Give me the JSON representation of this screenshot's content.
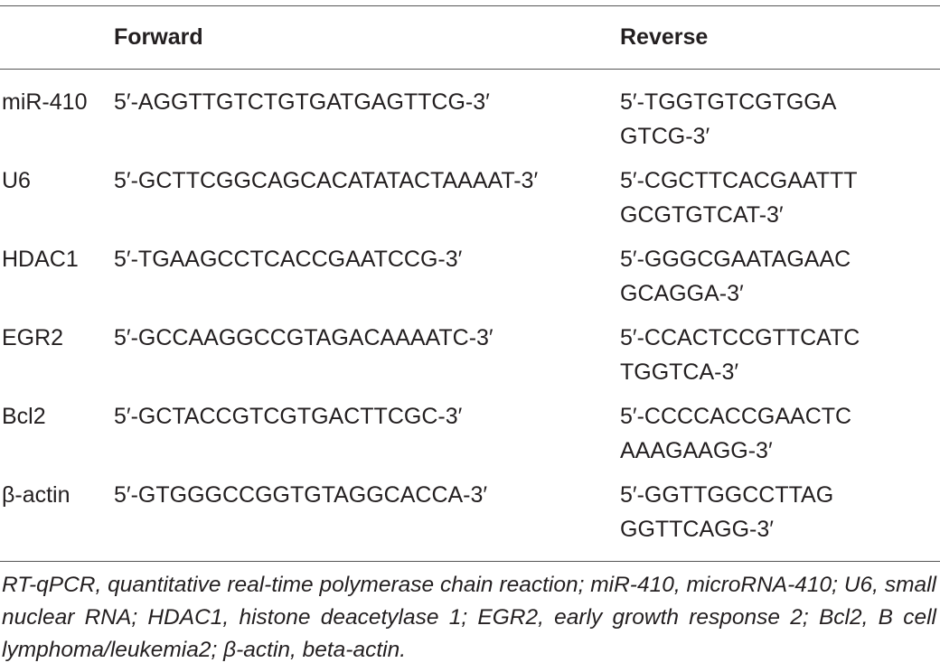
{
  "columns": {
    "gene": "",
    "forward": "Forward",
    "reverse": "Reverse"
  },
  "rows": [
    {
      "gene": "miR-410",
      "forward": "5′-AGGTTGTCTGTGATGAGTTCG-3′",
      "reverse_line1": "5′-TGGTGTCGTGGA",
      "reverse_line2": "GTCG-3′"
    },
    {
      "gene": "U6",
      "forward": "5′-GCTTCGGCAGCACATATACTAAAAT-3′",
      "reverse_line1": "5′-CGCTTCACGAATTT",
      "reverse_line2": "GCGTGTCAT-3′"
    },
    {
      "gene": "HDAC1",
      "forward": "5′-TGAAGCCTCACCGAATCCG-3′",
      "reverse_line1": "5′-GGGCGAATAGAAC",
      "reverse_line2": "GCAGGA-3′"
    },
    {
      "gene": "EGR2",
      "forward": "5′-GCCAAGGCCGTAGACAAAATC-3′",
      "reverse_line1": "5′-CCACTCCGTTCATC",
      "reverse_line2": "TGGTCA-3′"
    },
    {
      "gene": "Bcl2",
      "forward": "5′-GCTACCGTCGTGACTTCGC-3′",
      "reverse_line1": "5′-CCCCACCGAACTC",
      "reverse_line2": "AAAGAAGG-3′"
    },
    {
      "gene": "β-actin",
      "forward": "5′-GTGGGCCGGTGTAGGCACCA-3′",
      "reverse_line1": "5′-GGTTGGCCTTAG",
      "reverse_line2": "GGTTCAGG-3′"
    }
  ],
  "footnote": "RT-qPCR, quantitative real-time polymerase chain reaction; miR-410, microRNA-410; U6, small nuclear RNA; HDAC1, histone deacetylase 1; EGR2, early growth response 2; Bcl2, B cell lymphoma/leukemia2; β-actin, beta-actin."
}
